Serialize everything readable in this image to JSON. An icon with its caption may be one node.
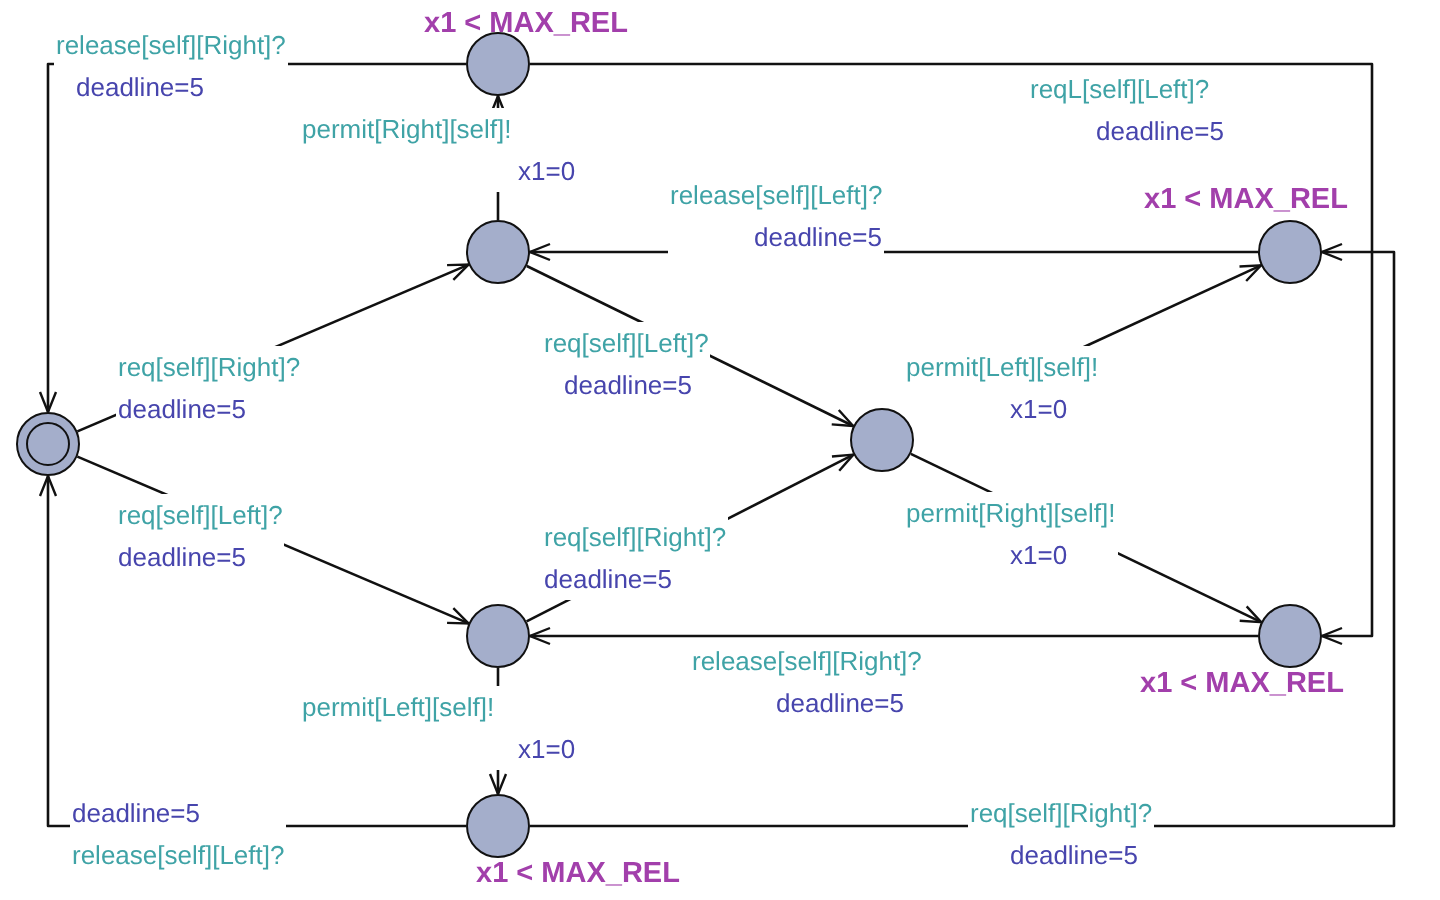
{
  "diagram": {
    "nodes": [
      {
        "text": [],
        "shape": "circle"
      },
      {
        "text": [],
        "shape": "circle",
        "beside": [
          "x1 < MAX_REL"
        ]
      },
      {
        "text": [],
        "shape": "circle"
      },
      {
        "text": [],
        "shape": "circle"
      },
      {
        "text": [],
        "shape": "circle",
        "beside": [
          "x1 < MAX_REL"
        ]
      },
      {
        "text": [],
        "shape": "circle",
        "beside": [
          "x1 < MAX_REL"
        ]
      },
      {
        "text": [],
        "shape": "circle"
      },
      {
        "text": [],
        "shape": "circle",
        "beside": [
          "x1 < MAX_REL"
        ]
      }
    ],
    "edges": [
      {
        "from": 1,
        "to": 0,
        "arrow": "to",
        "label": "release[self][Right]? deadline=5"
      },
      {
        "from": 2,
        "to": 1,
        "arrow": "to",
        "label": "permit[Right][self]! x1=0"
      },
      {
        "from": 0,
        "to": 2,
        "arrow": "to",
        "label": "req[self][Right]? deadline=5"
      },
      {
        "from": 0,
        "to": 6,
        "arrow": "to",
        "label": "req[self][Left]? deadline=5"
      },
      {
        "from": 2,
        "to": 3,
        "arrow": "to",
        "label": "req[self][Left]? deadline=5"
      },
      {
        "from": 6,
        "to": 3,
        "arrow": "to",
        "label": "req[self][Right]? deadline=5"
      },
      {
        "from": 3,
        "to": 4,
        "arrow": "to",
        "label": "permit[Left][self]! x1=0"
      },
      {
        "from": 3,
        "to": 5,
        "arrow": "to",
        "label": "permit[Right][self]! x1=0"
      },
      {
        "from": 4,
        "to": 2,
        "arrow": "to",
        "label": "release[self][Left]? deadline=5"
      },
      {
        "from": 5,
        "to": 6,
        "arrow": "to",
        "label": "release[self][Right]? deadline=5"
      },
      {
        "from": 6,
        "to": 7,
        "arrow": "to",
        "label": "permit[Left][self]! x1=0"
      },
      {
        "from": 7,
        "to": 0,
        "arrow": "to",
        "label": "deadline=5 release[self][Left]?"
      },
      {
        "from": 1,
        "to": 5,
        "arrow": "to",
        "label": "reqL[self][Left]? deadline=5"
      },
      {
        "from": 7,
        "to": 4,
        "arrow": "to",
        "label": "req[self][Right]? deadline=5"
      }
    ]
  }
}
